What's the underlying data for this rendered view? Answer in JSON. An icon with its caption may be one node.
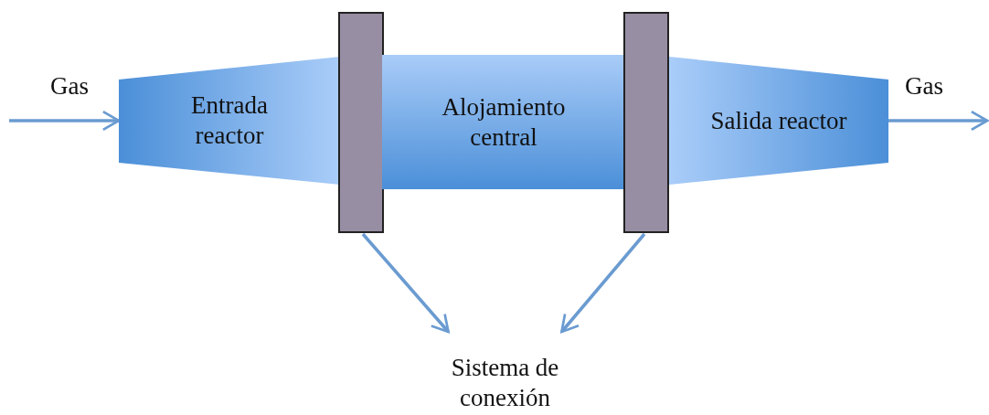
{
  "diagram": {
    "nodes": [
      {
        "text": [
          "Entrada reactor"
        ]
      },
      {
        "text": [],
        "shape": "bar"
      },
      {
        "text": [
          "Alojamiento central"
        ]
      },
      {
        "text": [],
        "shape": "bar"
      },
      {
        "text": [
          "Salida reactor"
        ]
      },
      {
        "text": [
          "Sistema de conexión"
        ]
      }
    ],
    "edges": [
      {
        "from": null,
        "to": 0,
        "arrow": "to",
        "label": "Gas"
      },
      {
        "from": 4,
        "to": null,
        "arrow": "to",
        "label": "Gas"
      },
      {
        "from": 1,
        "to": 5,
        "arrow": "to"
      },
      {
        "from": 3,
        "to": 5,
        "arrow": "to"
      }
    ]
  }
}
